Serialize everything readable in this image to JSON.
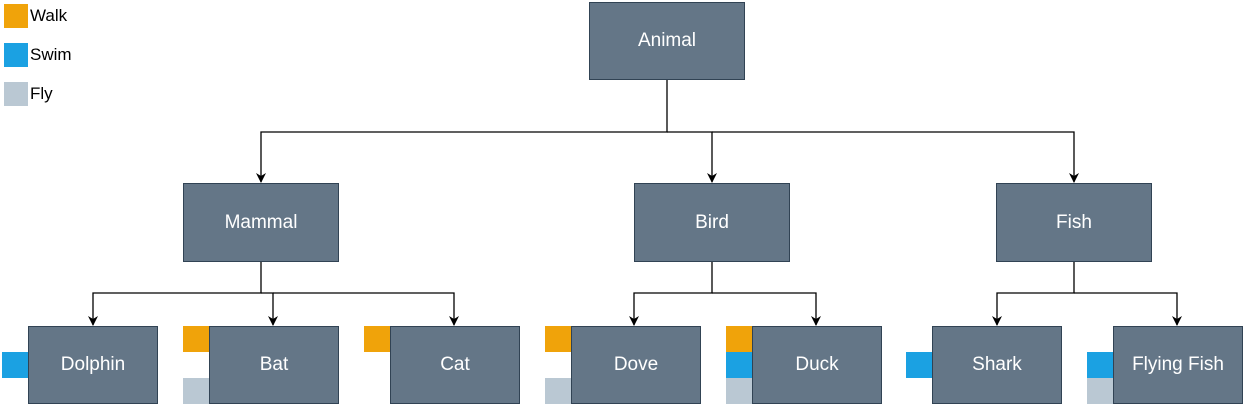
{
  "legend": {
    "walk": {
      "label": "Walk",
      "color": "#f0a30a"
    },
    "swim": {
      "label": "Swim",
      "color": "#1ba1e2"
    },
    "fly": {
      "label": "Fly",
      "color": "#bac8d3"
    }
  },
  "nodes": {
    "animal": "Animal",
    "mammal": "Mammal",
    "bird": "Bird",
    "fish": "Fish",
    "dolphin": "Dolphin",
    "bat": "Bat",
    "cat": "Cat",
    "dove": "Dove",
    "duck": "Duck",
    "shark": "Shark",
    "flying_fish": "Flying Fish"
  },
  "node_color": "#647687"
}
